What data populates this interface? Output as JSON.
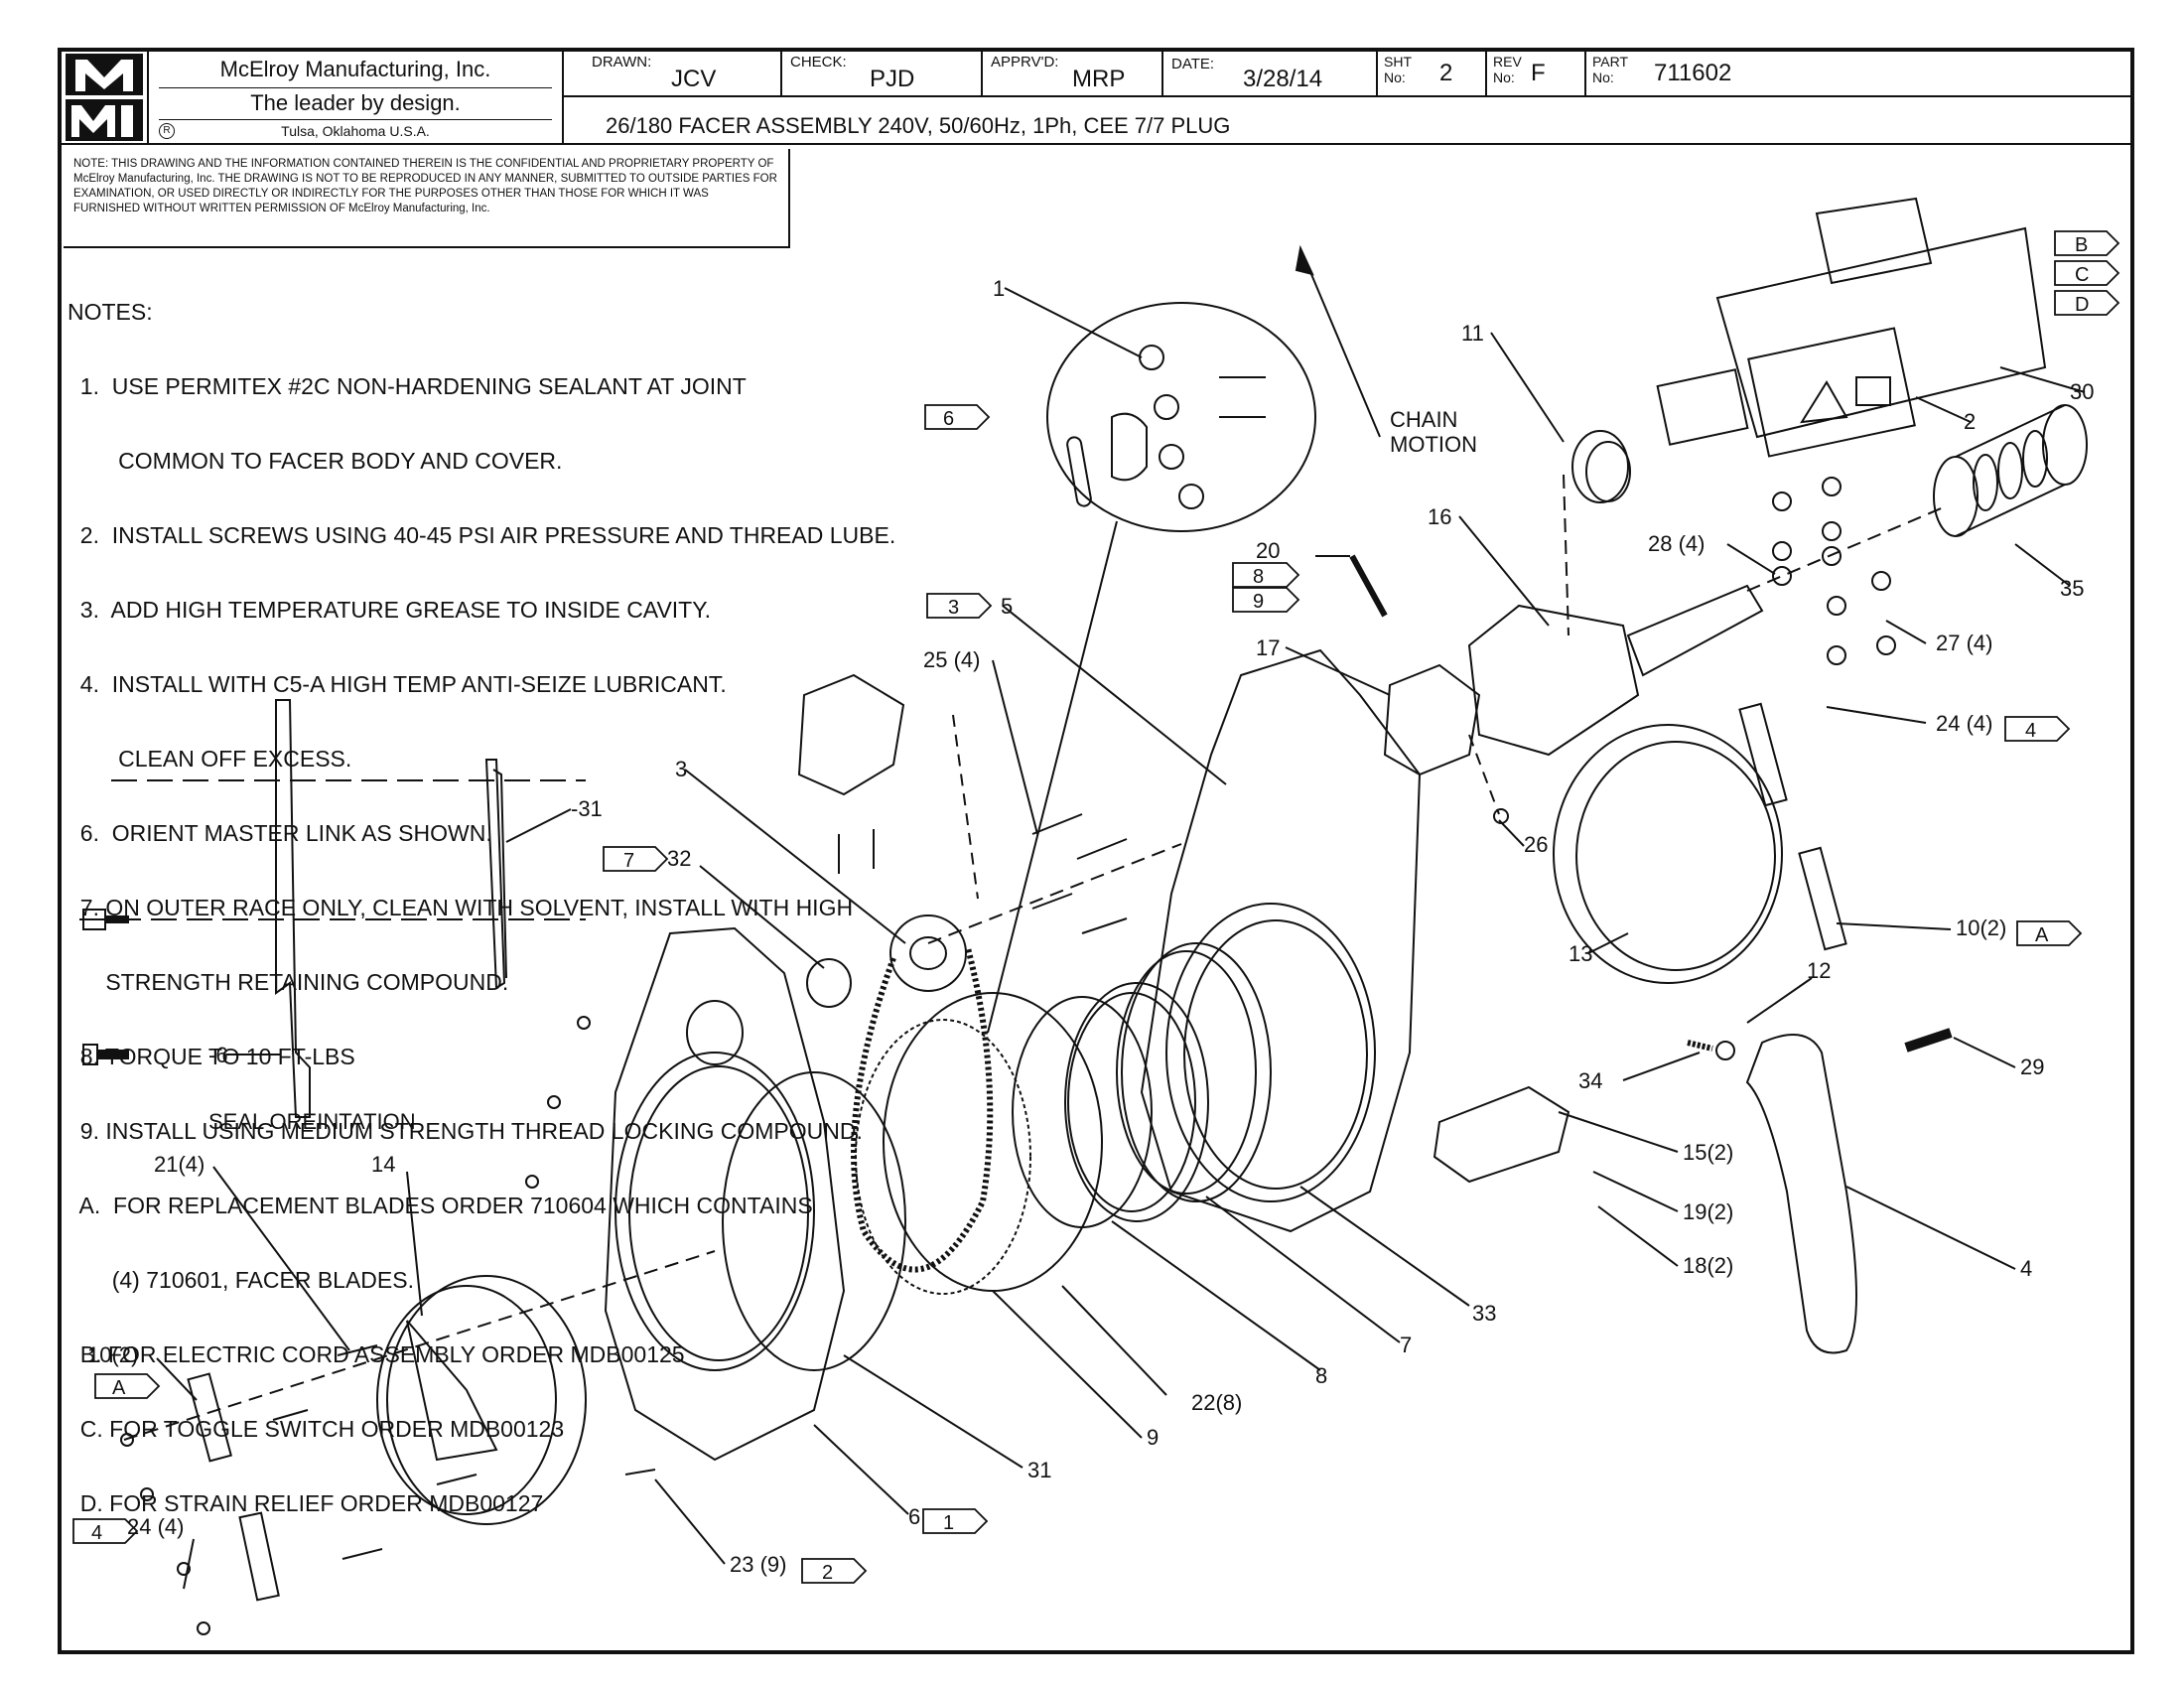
{
  "titleblock": {
    "company": "McElroy Manufacturing, Inc.",
    "tagline": "The leader by design.",
    "location": "Tulsa, Oklahoma U.S.A.",
    "logo_letters": "MMI",
    "drawn_label": "DRAWN:",
    "drawn_value": "JCV",
    "check_label": "CHECK:",
    "check_value": "PJD",
    "apprvd_label": "APPRV'D:",
    "apprvd_value": "MRP",
    "date_label": "DATE:",
    "date_value": "3/28/14",
    "sht_label": "SHT No:",
    "sht_value": "2",
    "rev_label": "REV No:",
    "rev_value": "F",
    "part_label": "PART No:",
    "part_value": "711602",
    "title": "26/180 FACER ASSEMBLY 240V, 50/60Hz, 1Ph, CEE 7/7 PLUG"
  },
  "confidential_note": "NOTE: THIS DRAWING AND THE INFORMATION CONTAINED THEREIN IS THE CONFIDENTIAL AND PROPRIETARY PROPERTY OF McElroy Manufacturing, Inc. THE DRAWING IS NOT TO BE REPRODUCED IN ANY MANNER, SUBMITTED TO OUTSIDE PARTIES FOR EXAMINATION, OR USED DIRECTLY OR INDIRECTLY FOR THE PURPOSES OTHER THAN THOSE FOR WHICH IT WAS FURNISHED WITHOUT WRITTEN PERMISSION OF McElroy Manufacturing, Inc.",
  "notes": {
    "heading": "NOTES:",
    "lines": [
      "  1.  USE PERMITEX #2C NON-HARDENING SEALANT AT JOINT",
      "        COMMON TO FACER BODY AND COVER.",
      "  2.  INSTALL SCREWS USING 40-45 PSI AIR PRESSURE AND THREAD LUBE.",
      "  3.  ADD HIGH TEMPERATURE GREASE TO INSIDE CAVITY.",
      "  4.  INSTALL WITH C5-A HIGH TEMP ANTI-SEIZE LUBRICANT.",
      "        CLEAN OFF EXCESS.",
      "  6.  ORIENT MASTER LINK AS SHOWN.",
      "  7. ON OUTER RACE ONLY, CLEAN WITH SOLVENT, INSTALL WITH HIGH",
      "      STRENGTH RETAINING COMPOUND.",
      "  8. TORQUE TO 10 FT-LBS",
      "  9. INSTALL USING MEDIUM STRENGTH THREAD LOCKING COMPOUND.",
      "  A.  FOR REPLACEMENT BLADES ORDER 710604 WHICH CONTAINS",
      "       (4) 710601, FACER BLADES.",
      "  B. FOR ELECTRIC CORD ASSEMBLY ORDER MDB00125",
      "  C. FOR TOGGLE SWITCH ORDER MDB00123",
      "  D. FOR STRAIN RELIEF ORDER MDB00127"
    ]
  },
  "annotations": {
    "chain_motion": [
      "CHAIN",
      "MOTION"
    ],
    "seal_orientation": "SEAL OREINTATION"
  },
  "callouts": [
    "1",
    "11",
    "30",
    "2",
    "6",
    "16",
    "28 (4)",
    "35",
    "27 (4)",
    "20",
    "8",
    "9",
    "3",
    "5",
    "17",
    "25 (4)",
    "24 (4)",
    "4",
    "26",
    "3",
    "-31",
    "7",
    "32",
    "13",
    "10(2)",
    "A",
    "12",
    "29",
    "34",
    "15(2)",
    "19(2)",
    "18(2)",
    "4",
    "-6",
    "21(4)",
    "14",
    "10(2)",
    "A",
    "33",
    "7",
    "8",
    "22(8)",
    "9",
    "31",
    "6",
    "1",
    "23 (9)",
    "2",
    "24 (4)",
    "4",
    "B",
    "C",
    "D"
  ]
}
